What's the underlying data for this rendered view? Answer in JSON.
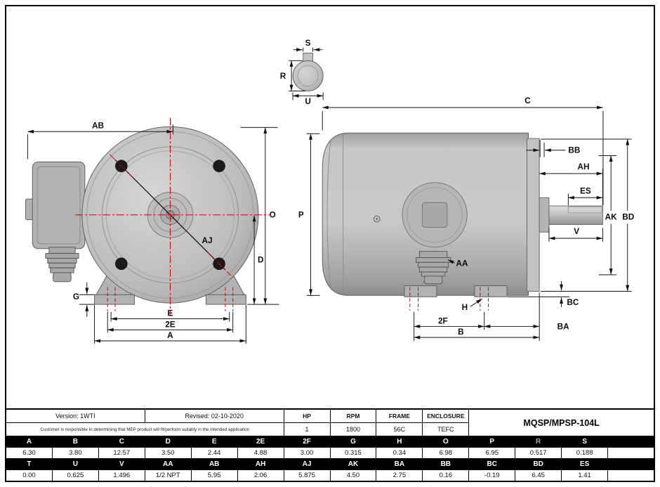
{
  "colors": {
    "centerline_red": "#cc0000",
    "metal_gray": "#b2b2b2",
    "table_header_bg": "#000000"
  },
  "dims": {
    "A": "A",
    "B": "B",
    "C": "C",
    "D": "D",
    "E": "E",
    "2E": "2E",
    "2F": "2F",
    "G": "G",
    "H": "H",
    "O": "O",
    "P": "P",
    "R": "R",
    "S": "S",
    "U": "U",
    "V": "V",
    "AA": "AA",
    "AB": "AB",
    "AH": "AH",
    "AJ": "AJ",
    "AK": "AK",
    "BA": "BA",
    "BB": "BB",
    "BC": "BC",
    "BD": "BD",
    "ES": "ES"
  },
  "title_block": {
    "version": "Version: 1WTI",
    "revised": "Revised: 02-10-2020",
    "disclaimer": "Customer is responsible in determining that MEP product will fit/perform suitably in the intended application",
    "hp_label": "HP",
    "hp_value": "1",
    "rpm_label": "RPM",
    "rpm_value": "1800",
    "frame_label": "FRAME",
    "frame_value": "56C",
    "enclosure_label": "ENCLOSURE",
    "enclosure_value": "TEFC",
    "model": "MQSP/MPSP-104L"
  },
  "spec_table": {
    "row1_headers": [
      "A",
      "B",
      "C",
      "D",
      "E",
      "2E",
      "2F",
      "G",
      "H",
      "O",
      "P",
      "R",
      "S",
      ""
    ],
    "row1_values": [
      "6.30",
      "3.80",
      "12.57",
      "3.50",
      "2.44",
      "4.88",
      "3.00",
      "0.315",
      "0.34",
      "6.98",
      "6.95",
      "0.517",
      "0.188",
      ""
    ],
    "row2_headers": [
      "T",
      "U",
      "V",
      "AA",
      "AB",
      "AH",
      "AJ",
      "AK",
      "BA",
      "BB",
      "BC",
      "BD",
      "ES",
      ""
    ],
    "row2_values": [
      "0.00",
      "0.625",
      "1.496",
      "1/2 NPT",
      "5.95",
      "2.06",
      "5.875",
      "4.50",
      "2.75",
      "0.16",
      "-0.19",
      "6.45",
      "1.41",
      ""
    ]
  }
}
